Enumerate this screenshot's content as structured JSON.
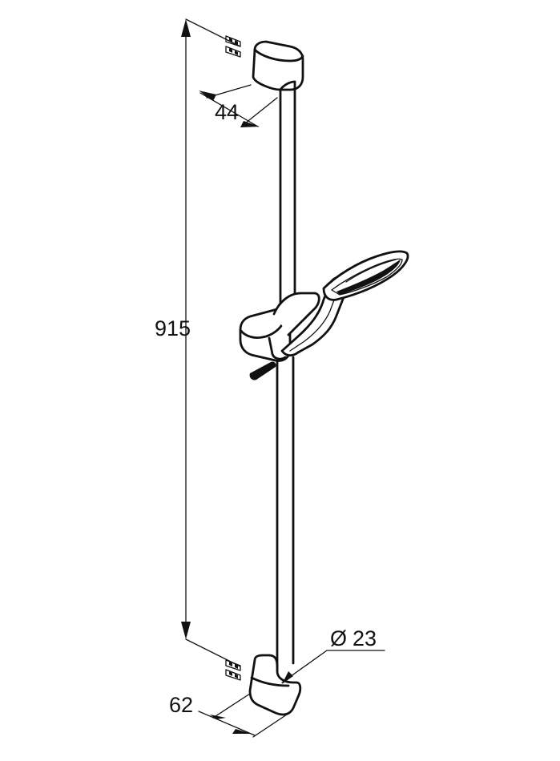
{
  "dimensions": {
    "height_label": "915",
    "depth_label": "44",
    "width_label": "62",
    "diameter_symbol": "Ø",
    "diameter_value": "23"
  },
  "colors": {
    "line": "#111111",
    "background": "#ffffff"
  }
}
